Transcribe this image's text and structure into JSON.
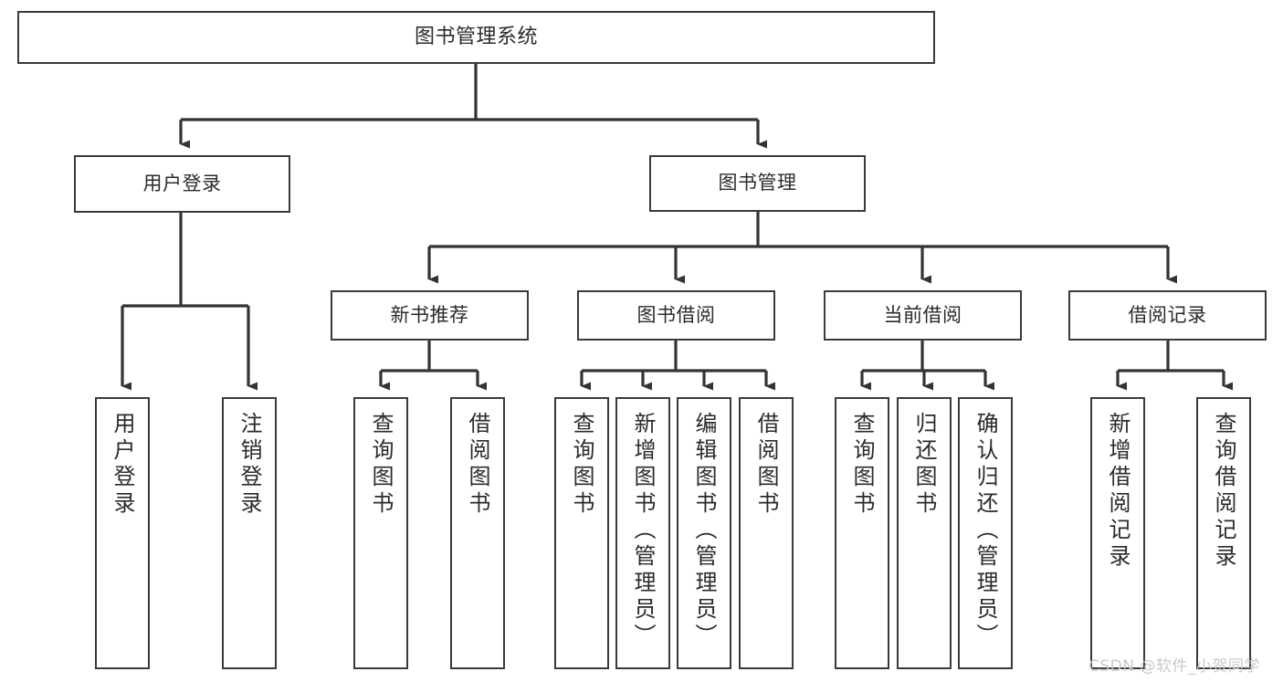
{
  "diagram": {
    "title": "图书管理系统",
    "watermark": "CSDN @软件_小贺同学",
    "colors": {
      "background": "#ffffff",
      "box_border": "#3a3a3a",
      "box_fill": "#ffffff",
      "text": "#2b2b2b",
      "edge": "#333333",
      "watermark": "#c9c9c9"
    },
    "nodes": {
      "root": {
        "label": "图书管理系统"
      },
      "level2": [
        {
          "id": "user-login",
          "label": "用户登录"
        },
        {
          "id": "book-management",
          "label": "图书管理"
        }
      ],
      "level3": [
        {
          "id": "new-book-recommend",
          "label": "新书推荐"
        },
        {
          "id": "book-borrow",
          "label": "图书借阅"
        },
        {
          "id": "current-borrow",
          "label": "当前借阅"
        },
        {
          "id": "borrow-record",
          "label": "借阅记录"
        }
      ],
      "leaves": {
        "user-login": [
          {
            "id": "user-login-action",
            "label": "用户登录"
          },
          {
            "id": "user-logout-action",
            "label": "注销登录"
          }
        ],
        "new-book-recommend": [
          {
            "id": "query-book-1",
            "label": "查询图书"
          },
          {
            "id": "borrow-book-1",
            "label": "借阅图书"
          }
        ],
        "book-borrow": [
          {
            "id": "query-book-2",
            "label": "查询图书"
          },
          {
            "id": "add-book-admin",
            "label": "新增图书（管理员）"
          },
          {
            "id": "edit-book-admin",
            "label": "编辑图书（管理员）"
          },
          {
            "id": "borrow-book-2",
            "label": "借阅图书"
          }
        ],
        "current-borrow": [
          {
            "id": "query-book-3",
            "label": "查询图书"
          },
          {
            "id": "return-book",
            "label": "归还图书"
          },
          {
            "id": "confirm-return-admin",
            "label": "确认归还（管理员）"
          }
        ],
        "borrow-record": [
          {
            "id": "add-borrow-record",
            "label": "新增借阅记录"
          },
          {
            "id": "query-borrow-record",
            "label": "查询借阅记录"
          }
        ]
      }
    }
  }
}
